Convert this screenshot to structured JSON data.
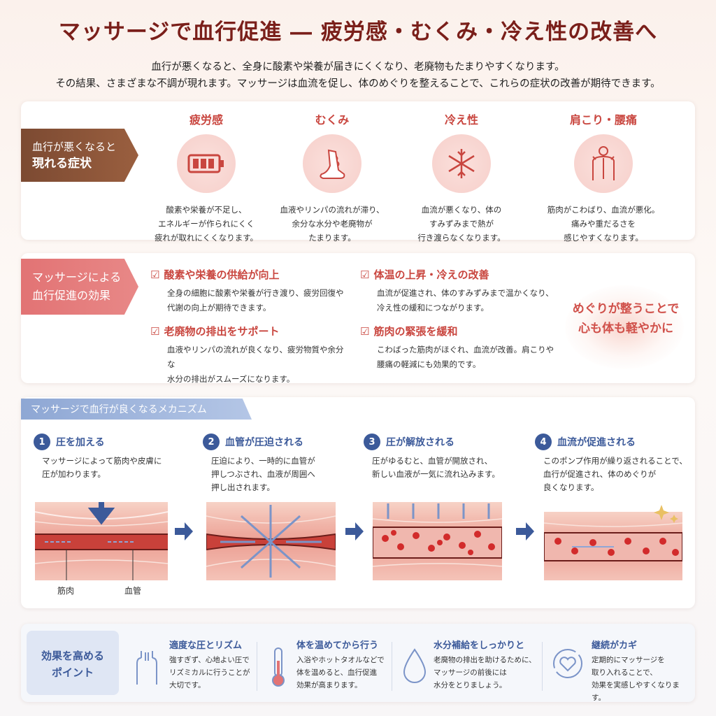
{
  "title": "マッサージで血行促進 ― 疲労感・むくみ・冷え性の改善へ",
  "intro": [
    "血行が悪くなると、全身に酸素や栄養が届きにくくなり、老廃物もたまりやすくなります。",
    "その結果、さまざまな不調が現れます。マッサージは血流を促し、体のめぐりを整えることで、これらの症状の改善が期待できます。"
  ],
  "symptoms_section": {
    "tag_line1": "血行が悪くなると",
    "tag_line2": "現れる症状",
    "items": [
      {
        "name": "疲労感",
        "icon": "battery-icon",
        "desc": [
          "酸素や栄養が不足し、",
          "エネルギーが作られにくく",
          "疲れが取れにくくなります。"
        ]
      },
      {
        "name": "むくみ",
        "icon": "foot-icon",
        "desc": [
          "血液やリンパの流れが滞り、",
          "余分な水分や老廃物が",
          "たまります。"
        ]
      },
      {
        "name": "冷え性",
        "icon": "snowflake-icon",
        "desc": [
          "血流が悪くなり、体の",
          "すみずみまで熱が",
          "行き渡らなくなります。"
        ]
      },
      {
        "name": "肩こり・腰痛",
        "icon": "back-icon",
        "desc": [
          "筋肉がこわばり、血流が悪化。",
          "痛みや重だるさを",
          "感じやすくなります。"
        ]
      }
    ]
  },
  "effects_section": {
    "tag_line1": "マッサージによる",
    "tag_line2": "血行促進の効果",
    "items": [
      {
        "head": "酸素や栄養の供給が向上",
        "body": [
          "全身の細胞に酸素や栄養が行き渡り、疲労回復や",
          "代謝の向上が期待できます。"
        ]
      },
      {
        "head": "体温の上昇・冷えの改善",
        "body": [
          "血流が促進され、体のすみずみまで温かくなり、",
          "冷え性の緩和につながります。"
        ]
      },
      {
        "head": "老廃物の排出をサポート",
        "body": [
          "血液やリンパの流れが良くなり、疲労物質や余分な",
          "水分の排出がスムーズになります。"
        ]
      },
      {
        "head": "筋肉の緊張を緩和",
        "body": [
          "こわばった筋肉がほぐれ、血流が改善。肩こりや",
          "腰痛の軽減にも効果的です。"
        ]
      }
    ],
    "slogan_line1": "めぐりが整うことで",
    "slogan_line2": "心も体も軽やかに"
  },
  "mechanism_section": {
    "tag": "マッサージで血行が良くなるメカニズム",
    "steps": [
      {
        "num": "1",
        "head": "圧を加える",
        "body": [
          "マッサージによって筋肉や皮膚に",
          "圧が加わります。"
        ]
      },
      {
        "num": "2",
        "head": "血管が圧迫される",
        "body": [
          "圧迫により、一時的に血管が",
          "押しつぶされ、血液が周囲へ",
          "押し出されます。"
        ]
      },
      {
        "num": "3",
        "head": "圧が解放される",
        "body": [
          "圧がゆるむと、血管が開放され、",
          "新しい血液が一気に流れ込みます。"
        ]
      },
      {
        "num": "4",
        "head": "血流が促進される",
        "body": [
          "このポンプ作用が繰り返されることで、",
          "血行が促進され、体のめぐりが",
          "良くなります。"
        ]
      }
    ],
    "label_muscle": "筋肉",
    "label_vessel": "血管"
  },
  "tips_section": {
    "tag_line1": "効果を高める",
    "tag_line2": "ポイント",
    "items": [
      {
        "head": "適度な圧とリズム",
        "icon": "hands-icon",
        "body": [
          "強すぎず、心地よい圧で",
          "リズミカルに行うことが",
          "大切です。"
        ]
      },
      {
        "head": "体を温めてから行う",
        "icon": "thermometer-icon",
        "body": [
          "入浴やホットタオルなどで",
          "体を温めると、血行促進",
          "効果が高まります。"
        ]
      },
      {
        "head": "水分補給をしっかりと",
        "icon": "water-drop-icon",
        "body": [
          "老廃物の排出を助けるために、",
          "マッサージの前後には",
          "水分をとりましょう。"
        ]
      },
      {
        "head": "継続がカギ",
        "icon": "heart-cycle-icon",
        "body": [
          "定期的にマッサージを",
          "取り入れることで、",
          "効果を実感しやすくなります。"
        ]
      }
    ]
  },
  "colors": {
    "title": "#7a1f1a",
    "accent_red": "#c9463f",
    "accent_blue": "#3c5a9a",
    "tag_brown": "#7c4a32",
    "tag_pink": "#e27374"
  }
}
